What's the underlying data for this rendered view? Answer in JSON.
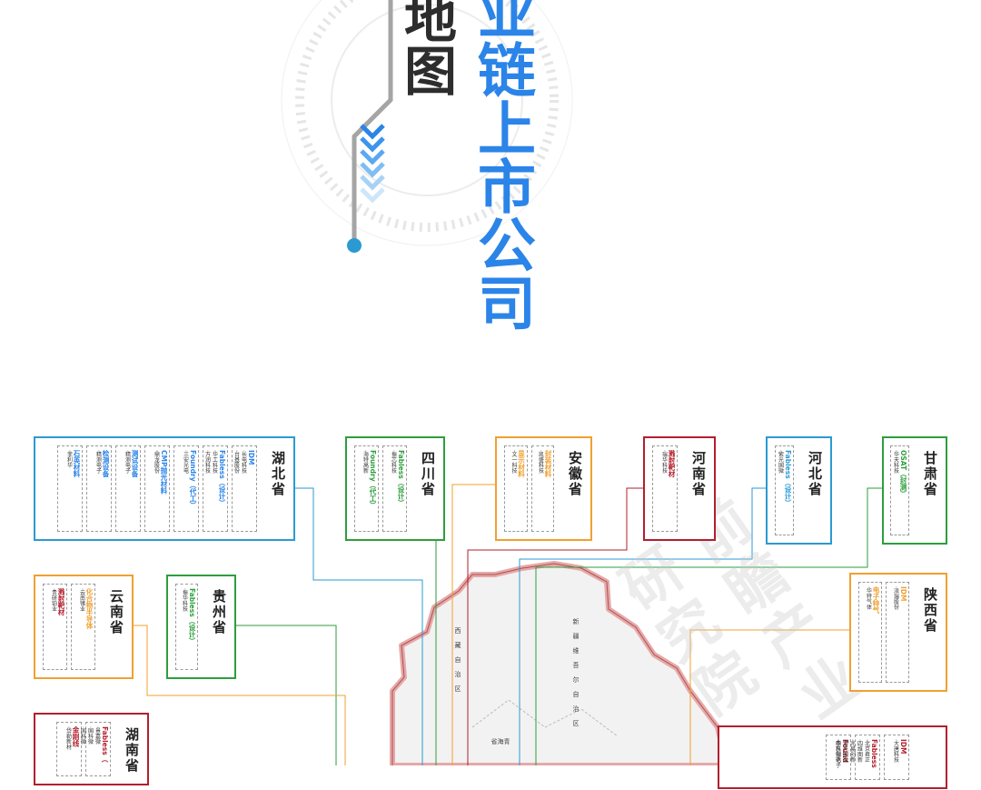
{
  "header": {
    "title_blue": "业链上市公司",
    "title_dark": "地图"
  },
  "colors": {
    "blue": "#2b84e8",
    "red": "#b21f2d",
    "green": "#2e9e3d",
    "orange": "#f0a030",
    "sky": "#2b9ad3",
    "dark": "#2d2d2d"
  },
  "map": {
    "labels": [
      "新疆维吾尔自治区",
      "西藏自治区",
      "青海省"
    ]
  },
  "watermark": "前瞻产业研究院",
  "provinces": [
    {
      "name": "湖北省",
      "color": "#2b9ad3",
      "columns": [
        {
          "head": "IDM",
          "head_color": "#2b84e8",
          "items": [
            "·长电科技",
            "·台基股份"
          ]
        },
        {
          "head": "Fabless（设计）",
          "head_color": "#2b84e8",
          "items": [
            "·华工科技",
            "·万润科技"
          ]
        },
        {
          "head": "Foundry（代工）",
          "head_color": "#2b84e8",
          "items": [
            "·三安光电"
          ]
        },
        {
          "head": "CMP抛光材料",
          "head_color": "#2b84e8",
          "items": [
            "·鼎龙股份"
          ]
        },
        {
          "head": "测试设备",
          "head_color": "#2b84e8",
          "items": [
            "·精测电子"
          ]
        },
        {
          "head": "检测设备",
          "head_color": "#2b84e8",
          "items": [
            "·精测电子"
          ]
        },
        {
          "head": "石英材料",
          "head_color": "#2b84e8",
          "items": [
            "·菲利华"
          ]
        }
      ]
    },
    {
      "name": "四川省",
      "color": "#2e9e3d",
      "columns": [
        {
          "head": "Fabless（设计）",
          "head_color": "#2e9e3d",
          "items": [
            "·振芯科技"
          ]
        },
        {
          "head": "Foundry（代工）",
          "head_color": "#2e9e3d",
          "items": [
            "·海特高新"
          ]
        }
      ]
    },
    {
      "name": "安徽省",
      "color": "#f0a030",
      "columns": [
        {
          "head": "封装材料",
          "head_color": "#f0a030",
          "items": [
            "·凯盛科技"
          ]
        },
        {
          "head": "显示材料",
          "head_color": "#f0a030",
          "items": [
            "·文一科技"
          ]
        }
      ]
    },
    {
      "name": "河南省",
      "color": "#b21f2d",
      "columns": [
        {
          "head": "溅射靶材",
          "head_color": "#b21f2d",
          "items": [
            "·瑞华科技"
          ]
        }
      ]
    },
    {
      "name": "河北省",
      "color": "#2b9ad3",
      "columns": [
        {
          "head": "Fabless（设计）",
          "head_color": "#2b9ad3",
          "items": [
            "·紫光国微"
          ]
        }
      ]
    },
    {
      "name": "甘肃省",
      "color": "#2e9e3d",
      "columns": [
        {
          "head": "OSAT（封测）",
          "head_color": "#2e9e3d",
          "items": [
            "·华天科技"
          ]
        }
      ]
    },
    {
      "name": "云南省",
      "color": "#f0a030",
      "columns": [
        {
          "head": "化合物半导体",
          "head_color": "#f0a030",
          "items": [
            "·云南锗业"
          ]
        },
        {
          "head": "溅射靶材",
          "head_color": "#b21f2d",
          "items": [
            "·贵研铂业"
          ]
        }
      ]
    },
    {
      "name": "贵州省",
      "color": "#2e9e3d",
      "columns": [
        {
          "head": "Fabless（设计）",
          "head_color": "#2e9e3d",
          "items": [
            "·振华科技"
          ]
        }
      ]
    },
    {
      "name": "陕西省",
      "color": "#f0a030",
      "columns": [
        {
          "head": "IDM",
          "head_color": "#f0a030",
          "items": [
            "·派瑞股份"
          ]
        },
        {
          "head": "电子特气",
          "head_color": "#f0a030",
          "items": [
            "·华特气体"
          ]
        }
      ]
    },
    {
      "name": "湖南省",
      "color": "#b21f2d",
      "columns": [
        {
          "head": "Fabless（",
          "head_color": "#b21f2d",
          "items": [
            "·景嘉微",
            "·国科微",
            "·国科微"
          ]
        },
        {
          "head": "金刚线",
          "head_color": "#b21f2d",
          "items": [
            "·岱勒新材"
          ]
        }
      ]
    },
    {
      "name": "",
      "color": "#b21f2d",
      "columns": [
        {
          "head": "IDM",
          "head_color": "#b21f2d",
          "items": [
            "·大唐科技"
          ]
        },
        {
          "head": "Fabless",
          "head_color": "#b21f2d",
          "items": [
            "·北京君正",
            "·四维图新",
            "·兆易创新",
            "·紫光国微",
            "·中科创达"
          ]
        },
        {
          "head": "Found",
          "head_color": "#b21f2d",
          "items": [
            "·燕东微电子"
          ]
        }
      ]
    }
  ]
}
